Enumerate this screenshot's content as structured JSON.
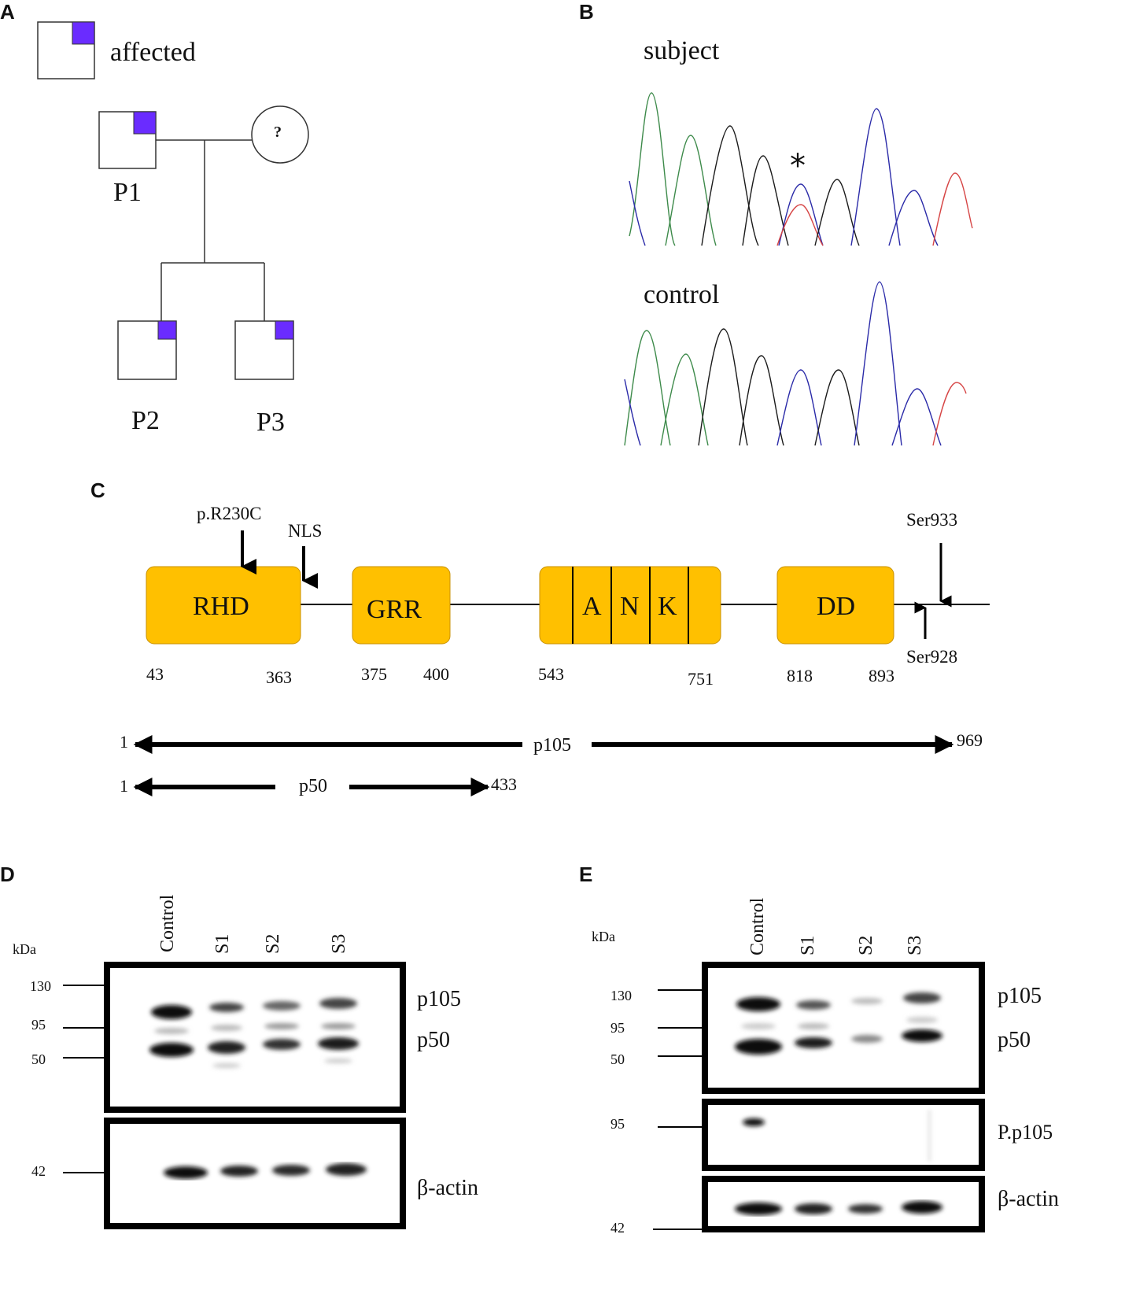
{
  "panels": {
    "A": "A",
    "B": "B",
    "C": "C",
    "D": "D",
    "E": "E"
  },
  "colors": {
    "affected_fill": "#6a2cff",
    "domain_fill": "#ffc000",
    "domain_border": "#c89100",
    "trace_green": "#3d8a4a",
    "trace_black": "#1a1a1a",
    "trace_blue": "#2a2aa8",
    "trace_red": "#d64545"
  },
  "pedigree": {
    "legend_label": "affected",
    "unknown_mark": "?",
    "individuals": [
      "P1",
      "P2",
      "P3"
    ]
  },
  "chromatogram": {
    "subject_label": "subject",
    "control_label": "control",
    "variant_mark": "*"
  },
  "protein": {
    "mutation_label": "p.R230C",
    "nls_label": "NLS",
    "ser933_label": "Ser933",
    "ser928_label": "Ser928",
    "domains": [
      {
        "name": "RHD",
        "start": "43",
        "end": "363"
      },
      {
        "name": "GRR",
        "start": "375",
        "end": "400"
      },
      {
        "name": "ANK",
        "letters": [
          "A",
          "N",
          "K"
        ],
        "start": "543",
        "end": "751"
      },
      {
        "name": "DD",
        "start": "818",
        "end": "893"
      }
    ],
    "p105": {
      "label": "p105",
      "start": "1",
      "end": "969"
    },
    "p50": {
      "label": "p50",
      "start": "1",
      "end": "433"
    }
  },
  "blot_d": {
    "kda_label": "kDa",
    "lanes": [
      "Control",
      "S1",
      "S2",
      "S3"
    ],
    "markers_top": [
      "130",
      "95",
      "50"
    ],
    "marker_bottom": "42",
    "band_labels": {
      "p105": "p105",
      "p50": "p50",
      "actin": "β-actin"
    }
  },
  "blot_e": {
    "kda_label": "kDa",
    "lanes": [
      "Control",
      "S1",
      "S2",
      "S3"
    ],
    "markers_top": [
      "130",
      "95",
      "50"
    ],
    "marker_mid": "95",
    "marker_bottom": "42",
    "band_labels": {
      "p105": "p105",
      "p50": "p50",
      "pp105": "P.p105",
      "actin": "β-actin"
    }
  }
}
